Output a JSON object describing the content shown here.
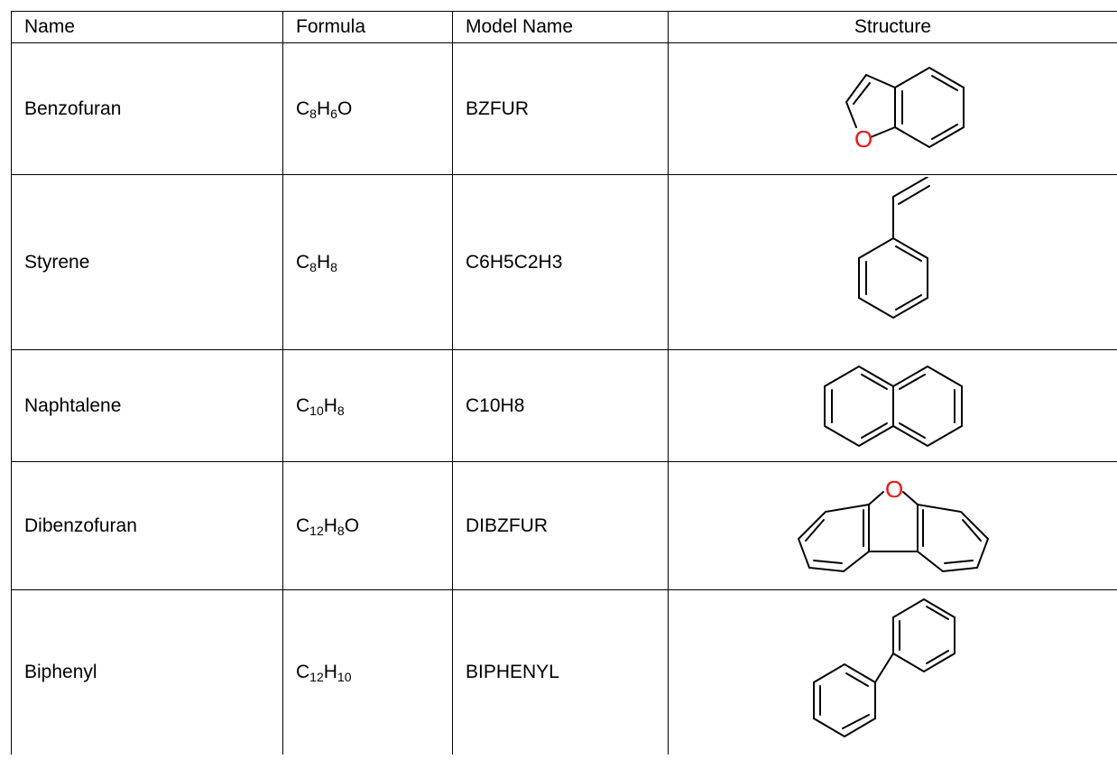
{
  "headers": {
    "name": "Name",
    "formula": "Formula",
    "model": "Model Name",
    "structure": "Structure"
  },
  "rows": [
    {
      "name": "Benzofuran",
      "formula": [
        {
          "t": "C",
          "s": "8"
        },
        {
          "t": "H",
          "s": "6"
        },
        {
          "t": "O",
          "s": ""
        }
      ],
      "model": "BZFUR",
      "structure_icon": "benzofuran-structure",
      "atom_label": "O"
    },
    {
      "name": "Styrene",
      "formula": [
        {
          "t": "C",
          "s": "8"
        },
        {
          "t": "H",
          "s": "8"
        }
      ],
      "model": "C6H5C2H3",
      "structure_icon": "styrene-structure"
    },
    {
      "name": "Naphtalene",
      "formula": [
        {
          "t": "C",
          "s": "10"
        },
        {
          "t": "H",
          "s": "8"
        }
      ],
      "model": "C10H8",
      "structure_icon": "naphthalene-structure"
    },
    {
      "name": "Dibenzofuran",
      "formula": [
        {
          "t": "C",
          "s": "12"
        },
        {
          "t": "H",
          "s": "8"
        },
        {
          "t": "O",
          "s": ""
        }
      ],
      "model": "DIBZFUR",
      "structure_icon": "dibenzofuran-structure",
      "atom_label": "O"
    },
    {
      "name": "Biphenyl",
      "formula": [
        {
          "t": "C",
          "s": "12"
        },
        {
          "t": "H",
          "s": "10"
        }
      ],
      "model": "BIPHENYL",
      "structure_icon": "biphenyl-structure"
    }
  ],
  "colors": {
    "oxygen": "#ff0d0d",
    "bond": "#000000",
    "border": "#000000"
  }
}
